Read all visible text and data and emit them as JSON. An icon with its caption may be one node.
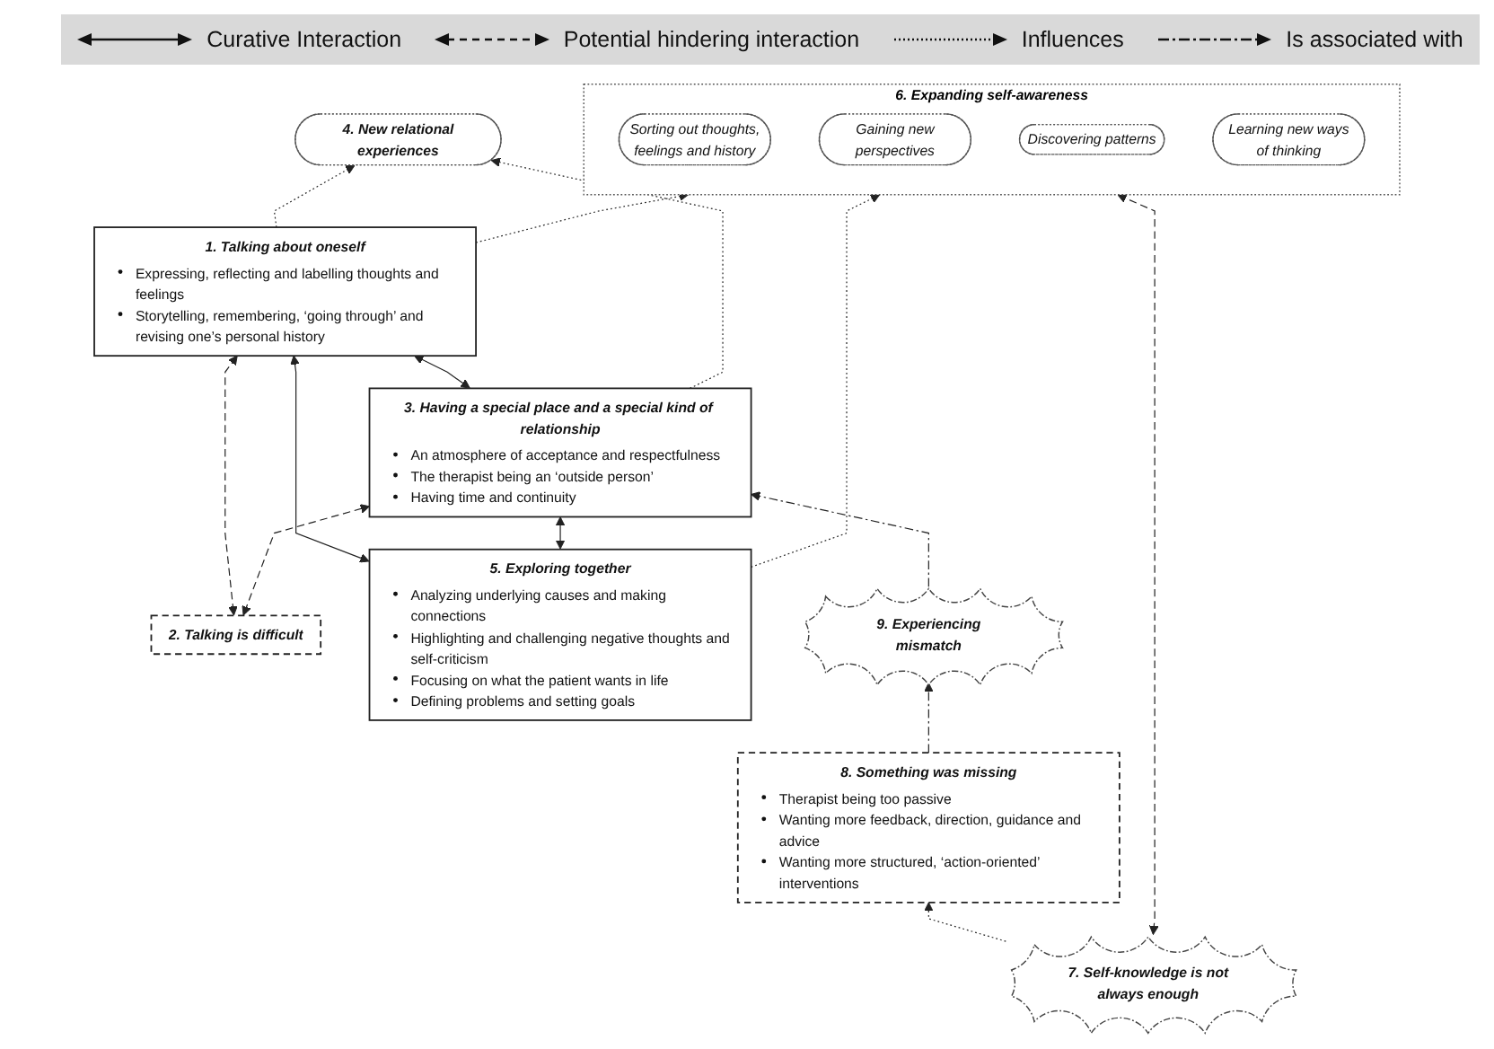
{
  "diagram": {
    "nodes": [
      {
        "text": [
          "1. Talking about oneself",
          "Expressing, reflecting and labelling thoughts and feelings",
          "Storytelling, remembering, ‘going through’ and revising one’s personal history"
        ]
      },
      {
        "text": [
          "2. Talking is difficult"
        ]
      },
      {
        "text": [
          "3. Having a special place and a special kind of relationship",
          "An atmosphere of acceptance and respectfulness",
          "The therapist being an ‘outside person’",
          "Having time and continuity"
        ]
      },
      {
        "text": [
          "4. New relational experiences"
        ]
      },
      {
        "text": [
          "5. Exploring together",
          "Analyzing underlying causes and making connections",
          "Highlighting and challenging negative thoughts and self-criticism",
          "Focusing on what the patient wants in life",
          "Defining problems and setting goals"
        ]
      },
      {
        "text": [
          "6. Expanding self-awareness"
        ]
      },
      {
        "text": [
          "Sorting out thoughts, feelings and history"
        ],
        "in": 5
      },
      {
        "text": [
          "Gaining new perspectives"
        ],
        "in": 5
      },
      {
        "text": [
          "Discovering patterns"
        ],
        "in": 5
      },
      {
        "text": [
          "Learning new ways of thinking"
        ],
        "in": 5
      },
      {
        "text": [
          "7. Self-knowledge is not always enough"
        ]
      },
      {
        "text": [
          "8. Something was missing",
          "Therapist being too passive",
          "Wanting more feedback, direction, guidance and advice",
          "Wanting more structured, ‘action-oriented’ interventions"
        ]
      },
      {
        "text": [
          "9. Experiencing mismatch"
        ]
      }
    ],
    "edges": [
      {
        "from": 2,
        "to": 0,
        "arrow": "both"
      },
      {
        "from": 1,
        "to": 0,
        "arrow": "both",
        "style": "dashed"
      },
      {
        "from": 1,
        "to": 2,
        "arrow": "both",
        "style": "dashed"
      },
      {
        "from": 0,
        "to": 3,
        "arrow": "to",
        "style": "dashed"
      },
      {
        "from": 2,
        "to": 3,
        "arrow": "to",
        "style": "dashed"
      },
      {
        "from": 4,
        "to": 0,
        "arrow": "both"
      },
      {
        "from": 4,
        "to": 2,
        "arrow": "both"
      },
      {
        "from": 0,
        "to": 5,
        "arrow": "to",
        "style": "dashed"
      },
      {
        "from": 4,
        "to": 5,
        "arrow": "to",
        "style": "dashed"
      },
      {
        "from": 10,
        "to": 5,
        "arrow": "both",
        "style": "dashed"
      },
      {
        "from": 10,
        "to": 11,
        "arrow": "to",
        "style": "dashed"
      },
      {
        "from": 11,
        "to": 12,
        "arrow": "to",
        "style": "dashed"
      },
      {
        "from": 12,
        "to": 2,
        "arrow": "to",
        "style": "dashed"
      }
    ],
    "legend": [
      {
        "text": "Curative Interaction"
      },
      {
        "text": "Potential hindering interaction"
      },
      {
        "text": "Influences"
      },
      {
        "text": "Is associated with"
      }
    ]
  }
}
